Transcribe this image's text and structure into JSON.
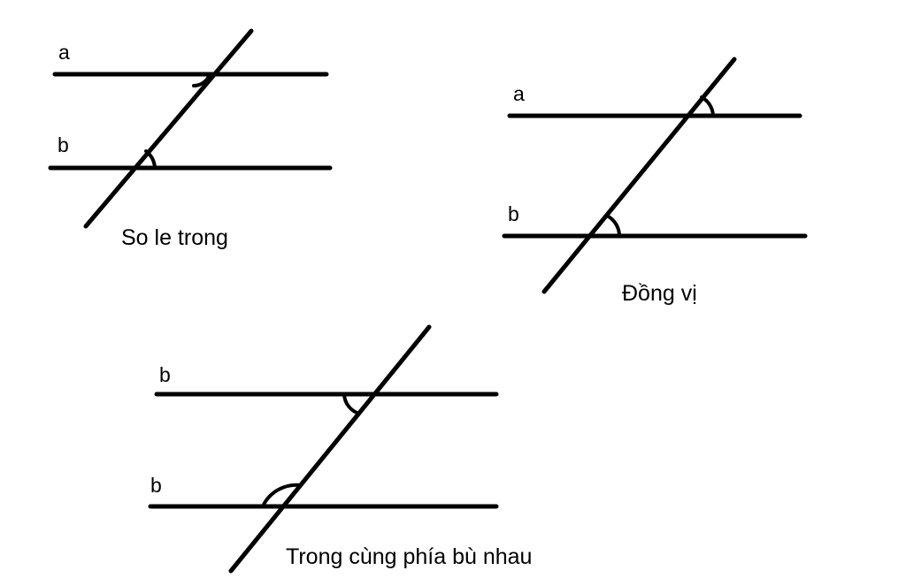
{
  "figures": [
    {
      "caption": "So le trong",
      "line_labels": [
        "a",
        "b"
      ]
    },
    {
      "caption": "Đồng vị",
      "line_labels": [
        "a",
        "b"
      ]
    },
    {
      "caption": "Trong cùng phía bù nhau",
      "line_labels": [
        "b",
        "b"
      ]
    }
  ],
  "colors": {
    "ink": "#000000",
    "background": "#ffffff"
  }
}
